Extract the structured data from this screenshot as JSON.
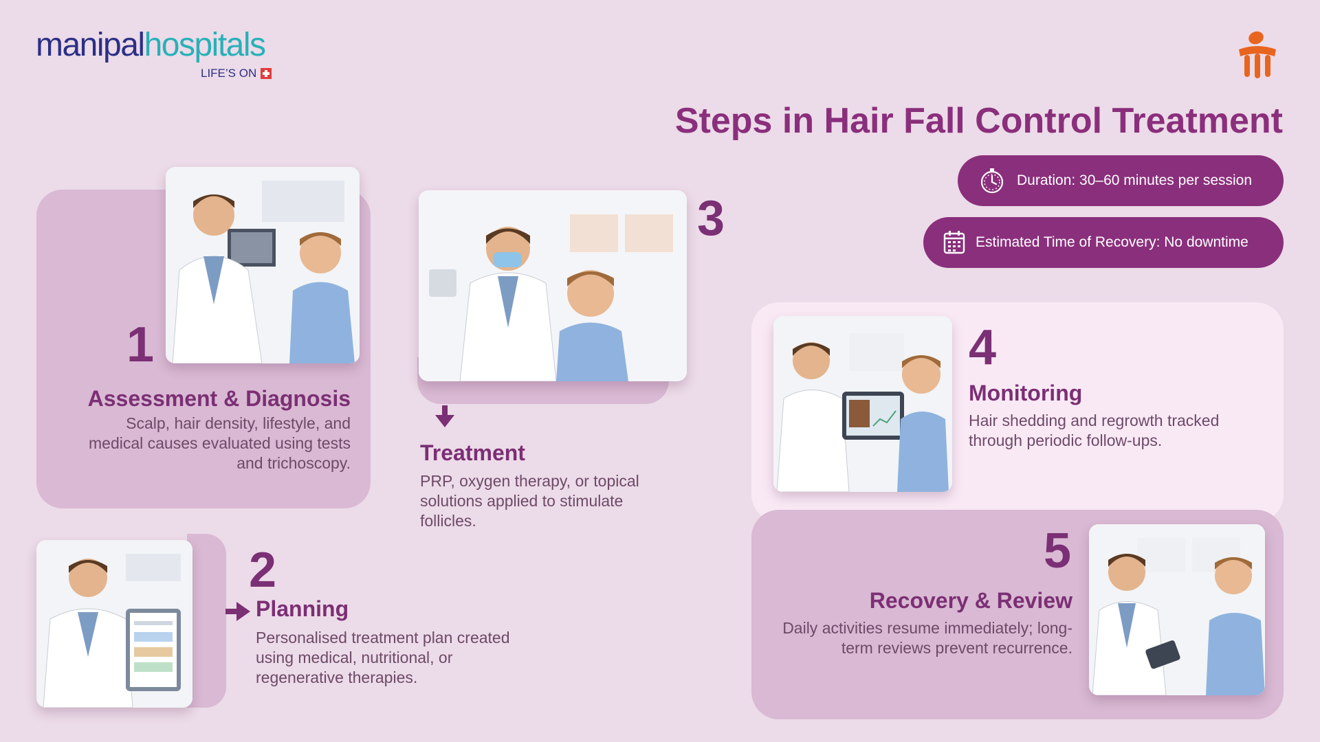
{
  "logo": {
    "word_part1": "manipal",
    "word_part2": "hospitals",
    "tagline": "LIFE’S ON",
    "brand_icon": "manipal-figure-icon"
  },
  "title": "Steps in Hair Fall Control Treatment",
  "info": {
    "duration": "Duration: 30–60 minutes per session",
    "duration_icon": "stopwatch-icon",
    "recovery": "Estimated Time of Recovery: No downtime",
    "recovery_icon": "calendar-icon"
  },
  "steps": [
    {
      "number": "1",
      "title": "Assessment & Diagnosis",
      "text": "Scalp, hair density, lifestyle, and medical causes evaluated using tests and trichoscopy."
    },
    {
      "number": "2",
      "title": "Planning",
      "text": "Personalised treatment plan created using medical, nutritional, or regenerative therapies."
    },
    {
      "number": "3",
      "title": "Treatment",
      "text": "PRP, oxygen therapy, or topical solutions applied to stimulate follicles."
    },
    {
      "number": "4",
      "title": "Monitoring",
      "text": "Hair shedding and regrowth tracked through periodic follow-ups."
    },
    {
      "number": "5",
      "title": "Recovery & Review",
      "text": "Daily activities resume immediately; long-term reviews prevent recurrence."
    }
  ],
  "colors": {
    "background": "#ecdbe8",
    "accent": "#8a2f7c",
    "card": "#d9b9d3",
    "card_light": "#f9e9f5",
    "logo_blue": "#2b2f86",
    "logo_teal": "#27b1b8"
  }
}
